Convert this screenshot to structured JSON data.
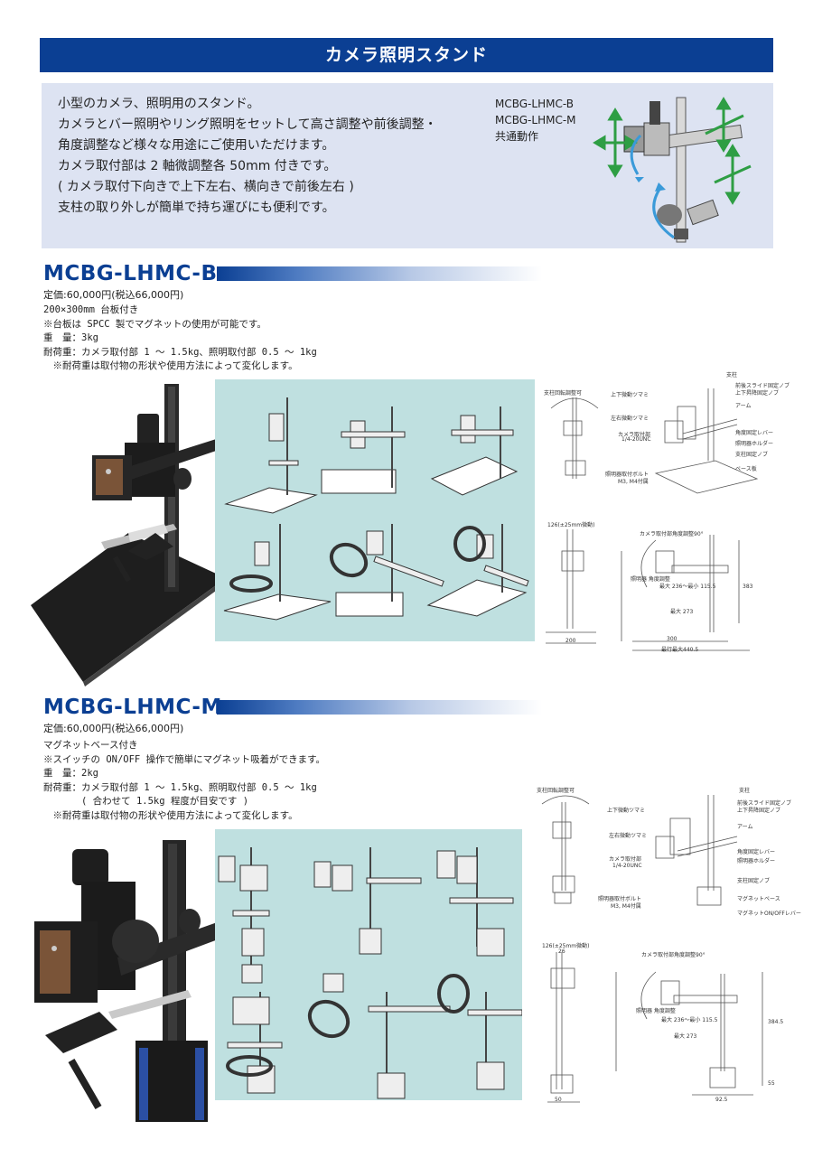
{
  "header": {
    "title": "カメラ照明スタンド"
  },
  "intro": {
    "lines": [
      "小型のカメラ、照明用のスタンド。",
      "カメラとバー照明やリング照明をセットして高さ調整や前後調整・",
      "角度調整など様々な用途にご使用いただけます。",
      "カメラ取付部は 2 軸微調整各 50mm 付きです。",
      "( カメラ取付下向きで上下左右、横向きで前後左右 )",
      "支柱の取り外しが簡単で持ち運びにも便利です。"
    ],
    "models": [
      "MCBG-LHMC-B",
      "MCBG-LHMC-M",
      "共通動作"
    ]
  },
  "products": [
    {
      "name": "MCBG-LHMC-B",
      "price": "定価:60,000円(税込66,000円)",
      "specs": [
        "200×300mm 台板付き",
        "※台板は SPCC 製でマグネットの使用が可能です。",
        "重　量：3kg",
        "耐荷重：カメラ取付部 1 ～ 1.5kg、照明取付部 0.5 ～ 1kg",
        "　※耐荷重は取付物の形状や使用方法によって変化します。"
      ],
      "drawing_labels": {
        "pillar_rotate": "支柱回転調整可",
        "updown_knob": "上下微動ツマミ",
        "lr_knob": "左右微動ツマミ",
        "camera_mount": "カメラ取付部",
        "camera_mount_thread": "1/4-20UNC",
        "light_bolt": "照明器取付ボルト",
        "light_bolt_size": "M3, M4付属",
        "pillar": "支柱",
        "slide_knob": "前後スライド固定ノブ",
        "lift_knob": "上下昇降固定ノブ",
        "arm": "アーム",
        "angle_lever": "角度固定レバー",
        "light_holder": "照明器ホルダー",
        "pillar_knob": "支柱固定ノブ",
        "base_plate": "ベース板",
        "dim_126": "126(±25mm微動)",
        "dim_200": "200",
        "dim_300": "300",
        "dim_travel": "最行最大440.5",
        "dim_angle": "カメラ取付部角度調整90°",
        "dim_range": "最大 236～最小 115.5",
        "dim_273": "最大 273",
        "dim_light_angle": "照明器 角度調整",
        "dim_383": "383"
      }
    },
    {
      "name": "MCBG-LHMC-M",
      "price": "定価:60,000円(税込66,000円)",
      "specs": [
        "マグネットベース付き",
        "※スイッチの ON/OFF 操作で簡単にマグネット吸着ができます。",
        "重　量：2kg",
        "耐荷重：カメラ取付部 1 ～ 1.5kg、照明取付部 0.5 ～ 1kg",
        "　　　　( 合わせて 1.5kg 程度が目安です )",
        "　※耐荷重は取付物の形状や使用方法によって変化します。"
      ],
      "drawing_labels": {
        "pillar_rotate": "支柱回転調整可",
        "updown_knob": "上下微動ツマミ",
        "lr_knob": "左右微動ツマミ",
        "camera_mount": "カメラ取付部",
        "camera_mount_thread": "1/4-20UNC",
        "light_bolt": "照明器取付ボルト",
        "light_bolt_size": "M3, M4付属",
        "pillar": "支柱",
        "slide_knob": "前後スライド固定ノブ",
        "lift_knob": "上下昇降固定ノブ",
        "arm": "アーム",
        "angle_lever": "角度固定レバー",
        "light_holder": "照明器ホルダー",
        "pillar_knob": "支柱固定ノブ",
        "mag_base": "マグネットベース",
        "mag_switch": "マグネットON/OFFレバー",
        "dim_126": "126(±25mm微動)",
        "dim_26": "26",
        "dim_50": "50",
        "dim_92_5": "92.5",
        "dim_angle": "カメラ取付部角度調整90°",
        "dim_range": "最大 236～最小 115.5",
        "dim_273": "最大 273",
        "dim_light_angle": "照明器 角度調整",
        "dim_384": "384.5",
        "dim_55": "55"
      }
    }
  ]
}
